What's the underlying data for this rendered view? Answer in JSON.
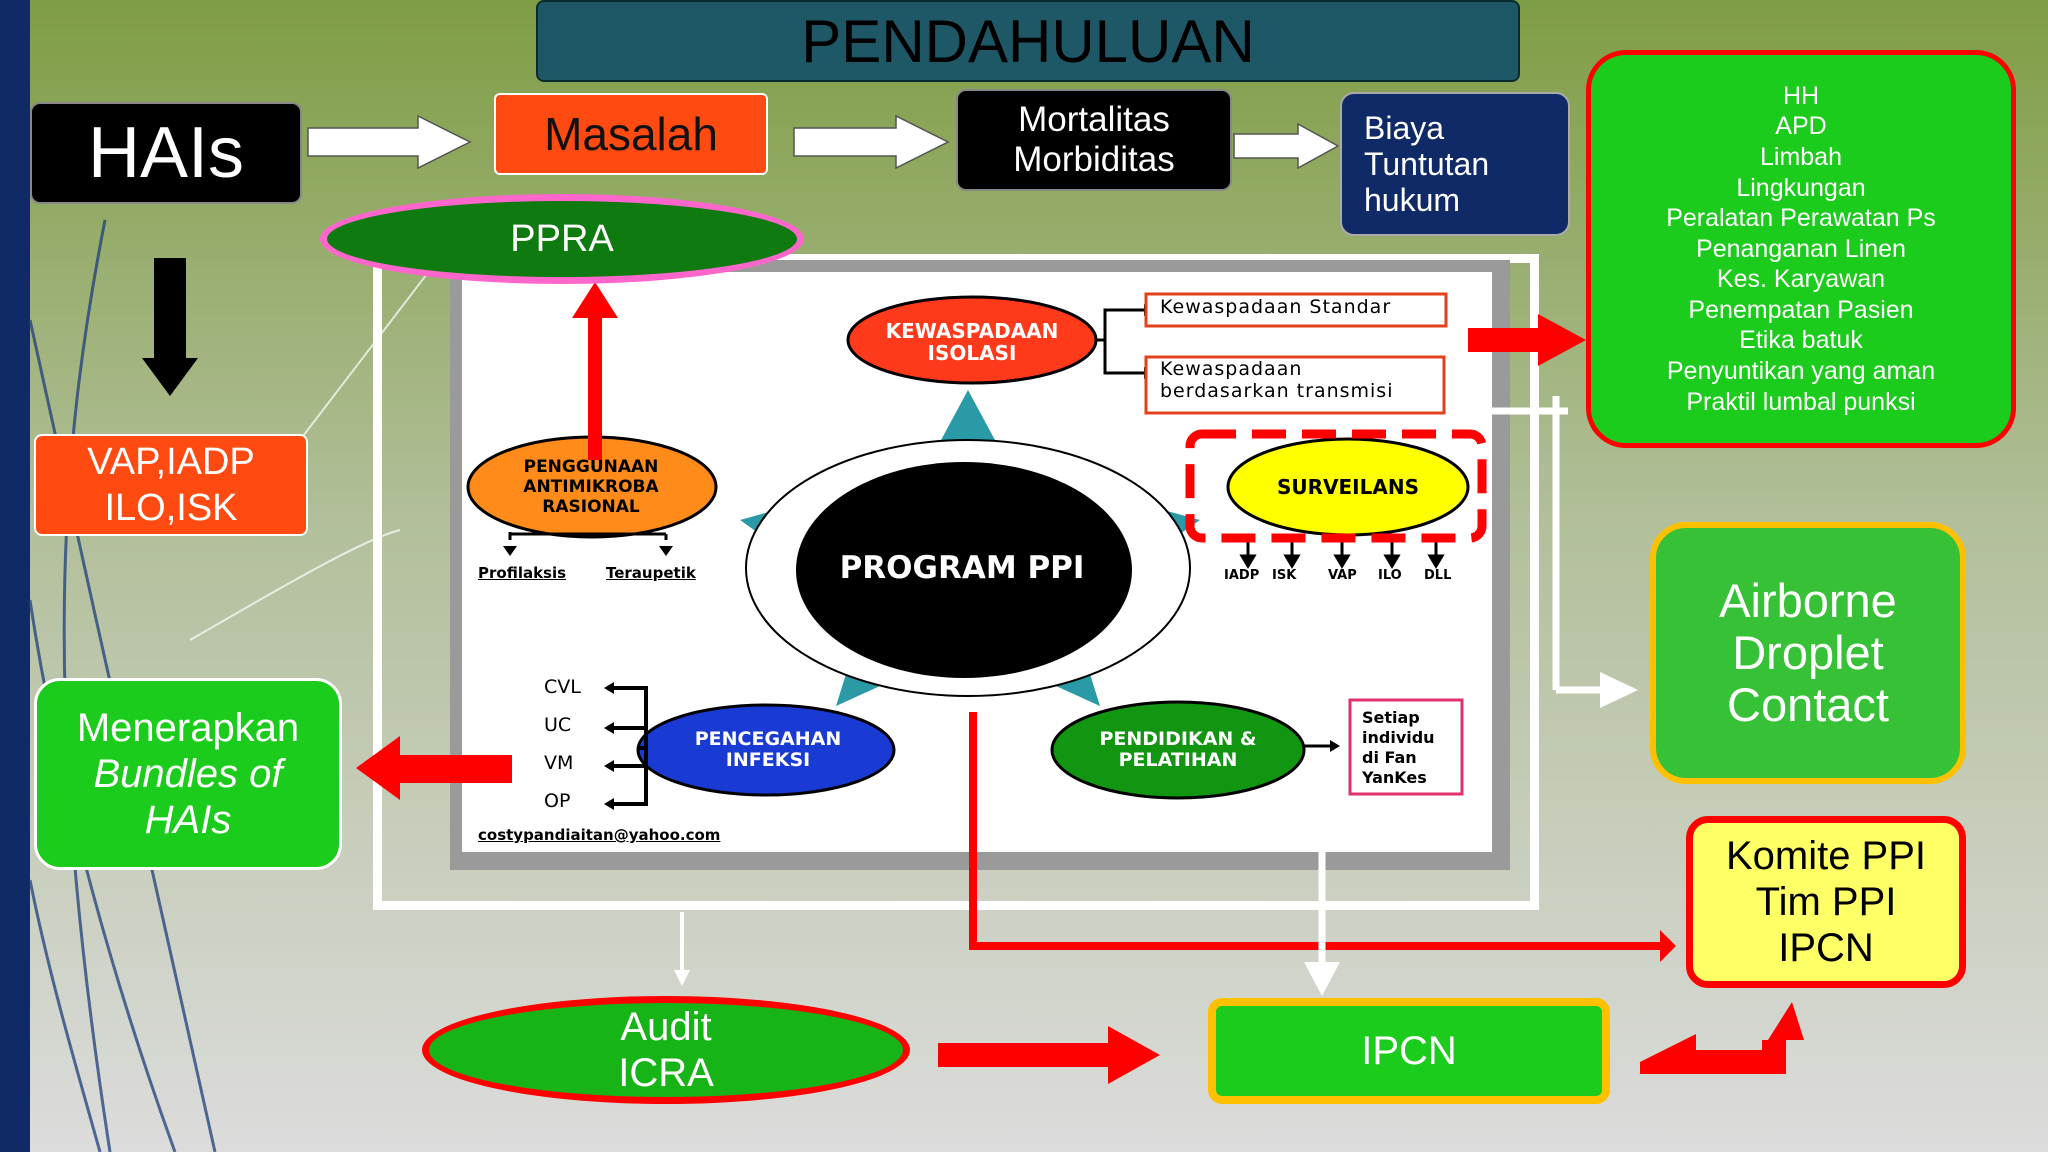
{
  "title": "PENDAHULUAN",
  "hais": "HAIs",
  "masalah": "Masalah",
  "mortalitas": [
    "Mortalitas",
    "Morbiditas"
  ],
  "biaya": [
    "Biaya",
    "Tuntutan",
    "hukum"
  ],
  "risk_list": [
    "HH",
    "APD",
    "Limbah",
    "Lingkungan",
    "Peralatan Perawatan Ps",
    "Penanganan Linen",
    "Kes. Karyawan",
    "Penempatan Pasien",
    "Etika batuk",
    "Penyuntikan yang aman",
    "Praktil lumbal punksi"
  ],
  "ppra": "PPRA",
  "vap": [
    "VAP,IADP",
    "ILO,ISK"
  ],
  "bundles": [
    "Menerapkan",
    "Bundles of",
    "HAIs"
  ],
  "transmission": [
    "Airborne",
    "Droplet",
    "Contact"
  ],
  "komite": [
    "Komite PPI",
    "Tim PPI",
    "IPCN"
  ],
  "audit": [
    "Audit",
    "ICRA"
  ],
  "ipcn": "IPCN",
  "program": {
    "center": "PROGRAM PPI",
    "kewaspadaan": [
      "KEWASPADAAN",
      "ISOLASI"
    ],
    "standar": "Kewaspadaan Standar",
    "transmisi": [
      "Kewaspadaan",
      "berdasarkan transmisi"
    ],
    "antimikroba": [
      "PENGGUNAAN",
      "ANTIMIKROBA",
      "RASIONAL"
    ],
    "profilaksis": "Profilaksis",
    "teraupetik": "Teraupetik",
    "surveilans": "SURVEILANS",
    "surv_items": [
      "IADP",
      "ISK",
      "VAP",
      "ILO",
      "DLL"
    ],
    "pencegahan": [
      "PENCEGAHAN",
      "INFEKSI"
    ],
    "bundle_items": [
      "CVL",
      "UC",
      "VM",
      "OP"
    ],
    "pendidikan": [
      "PENDIDIKAN &",
      "PELATIHAN"
    ],
    "setiap": [
      "Setiap",
      "individu",
      "di Fan",
      "YanKes"
    ],
    "email": "costypandiaitan@yahoo.com"
  },
  "colors": {
    "red": "#ff0000",
    "green": "#1ccc1c",
    "orange_red": "#ff4a12",
    "navy": "#0f2a66",
    "title_bar": "#1e5866",
    "yellow": "#ffff66"
  }
}
